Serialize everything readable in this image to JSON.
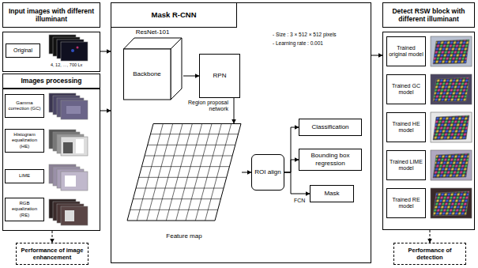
{
  "diagram": {
    "nodes": [
      {
        "text": [
          "Input images with different illuminant"
        ]
      },
      {
        "text": [
          "Original"
        ],
        "in": 0
      },
      {
        "text": [
          "Images processing"
        ]
      },
      {
        "text": [
          "Gamma correction (GC)"
        ],
        "in": 2
      },
      {
        "text": [
          "Histogram equalization (HE)"
        ],
        "in": 2
      },
      {
        "text": [
          "LIME"
        ],
        "in": 2
      },
      {
        "text": [
          "RGB equalization (RE)"
        ],
        "in": 2
      },
      {
        "text": [
          "Performance of image enhancement"
        ]
      },
      {
        "text": [
          "Mask R-CNN"
        ]
      },
      {
        "text": [
          "ResNet-101",
          "Backbone"
        ],
        "in": 8
      },
      {
        "text": [
          "RPN",
          "Region proposal network"
        ],
        "in": 8
      },
      {
        "text": [
          "Feature map"
        ],
        "in": 8
      },
      {
        "text": [
          "ROI align"
        ],
        "in": 8
      },
      {
        "text": [
          "Classification"
        ],
        "in": 8
      },
      {
        "text": [
          "Bounding box regression"
        ],
        "in": 8
      },
      {
        "text": [
          "Mask"
        ],
        "in": 8
      },
      {
        "text": [
          "Detect RSW block with different illuminant"
        ]
      },
      {
        "text": [
          "Trained original model"
        ],
        "in": 16
      },
      {
        "text": [
          "Trained GC model"
        ],
        "in": 16
      },
      {
        "text": [
          "Trained HE model"
        ],
        "in": 16
      },
      {
        "text": [
          "Trained LIME model"
        ],
        "in": 16
      },
      {
        "text": [
          "Trained RE model"
        ],
        "in": 16
      },
      {
        "text": [
          "Performance of detection"
        ]
      }
    ],
    "edges": [
      {
        "from": 0,
        "to": 8,
        "arrow": "to"
      },
      {
        "from": 2,
        "to": 8,
        "arrow": "to"
      },
      {
        "from": 2,
        "to": 7,
        "arrow": "to"
      },
      {
        "from": 9,
        "to": 10,
        "arrow": "to"
      },
      {
        "from": 10,
        "to": 11,
        "arrow": "to"
      },
      {
        "from": 11,
        "to": 12,
        "arrow": "to"
      },
      {
        "from": 12,
        "to": 13,
        "arrow": "to"
      },
      {
        "from": 12,
        "to": 14,
        "arrow": "to"
      },
      {
        "from": 12,
        "to": 15,
        "arrow": "to"
      },
      {
        "from": 8,
        "to": 16,
        "arrow": "to"
      },
      {
        "from": 16,
        "to": 22,
        "arrow": "to"
      }
    ],
    "labels": [
      "4, 12, …, 700 Lx",
      "- Size : 3 × 512 × 512 pixels",
      "- Learning rate : 0.001",
      "FCN"
    ]
  }
}
